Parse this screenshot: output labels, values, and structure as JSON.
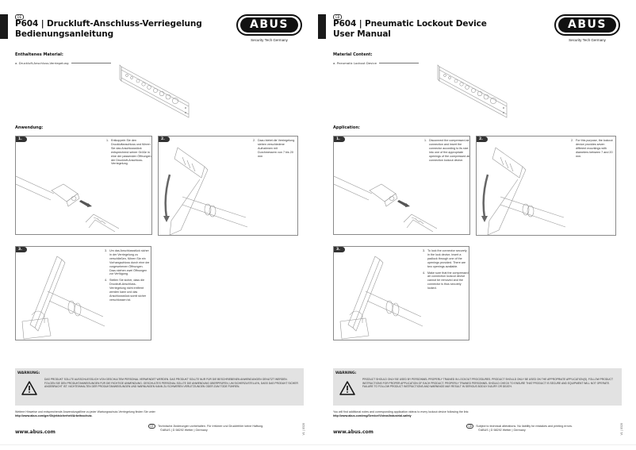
{
  "pages": {
    "left": {
      "lang_badge": "DE",
      "title_line1": "P604 | Druckluft-Anschluss-Verriegelung",
      "title_line2": "Bedienungsanleitung",
      "logo": {
        "brand": "ABUS",
        "tagline": "Security Tech Germany"
      },
      "material": {
        "heading": "Enthaltenes Material:",
        "items": [
          "a. Druckluft-Anschluss-Verriegelung"
        ]
      },
      "application": {
        "heading": "Anwendung:",
        "steps": [
          {
            "badge": "1.",
            "items": [
              {
                "num": "1.",
                "text": "Entkoppeln Sie den Druckluftanschluss und führen Sie das Anschlussstück entsprechend seiner Größe in eine der passenden Öffnungen der Druckluft-Anschluss-Verriegelung."
              }
            ]
          },
          {
            "badge": "2.",
            "items": [
              {
                "num": "2.",
                "text": "Dazu bietet die Verriegelung sieben verschiedene Aufnahmen mit Durchmessern von 7 bis 20 mm"
              }
            ]
          },
          {
            "badge": "3.",
            "items": [
              {
                "num": "3.",
                "text": "Um das Anschlussstück sicher in der Verriegelung zu verschließen, führen Sie ein Vorhangschloss durch eine der vorgesehenen Öffnungen. Dazu stehen zwei Öffnungen zur Verfügung."
              },
              {
                "num": "4.",
                "text": "Stellen Sie sicher, dass die Druckluft-Anschluss-Verriegelung nicht entfernt werden kann und das Anschlussstück somit sicher verschlossen ist."
              }
            ]
          }
        ]
      },
      "warning": {
        "title": "WARNUNG:",
        "text": "Das Produkt sollte ausschließlich von geschultem Personal verwendet werden. Das Produkt sollte nur für die beschriebenen Anwendungen genutzt werden. Folgen Sie den Produktanweisungen für die richtige Anwendung. Geschultes Personal sollte die Anwendung überprüfen, um sicherzustellen, dass das Produkt sicher angebracht ist. Nichteinhalten der Produktanweisungen und Warnungen kann zu schweren Verletzungen oder zum Tode führen."
      },
      "more_info": {
        "text": "Weitere Hinweise und entsprechende Anwendungsfilme zu jeder Wartungsschutz-Verriegelung finden Sie unter",
        "url": "http://www.abus.com/ger/Objektsicherheit/Arbeitsschutz."
      },
      "website": "www.abus.com",
      "disclaimer": {
        "badge": "DE",
        "text": "Technische Änderungen vorbehalten. Für Irrtümer und Druckfehler keine Haftung.",
        "address": "©ABUS | D 58292 Wetter | Germany"
      },
      "version": "V1 | 0320"
    },
    "right": {
      "lang_badge": "GB",
      "title_line1": "P604 | Pneumatic Lockout Device",
      "title_line2": "User Manual",
      "logo": {
        "brand": "ABUS",
        "tagline": "Security Tech Germany"
      },
      "material": {
        "heading": "Material Content:",
        "items": [
          "a. Pneumatic Lockout Device"
        ]
      },
      "application": {
        "heading": "Application:",
        "steps": [
          {
            "badge": "1.",
            "items": [
              {
                "num": "1.",
                "text": "Disconnect the compressed air connection and insert the connector according to its size into one of the appropriate openings of the compressed air connection lockout device."
              }
            ]
          },
          {
            "badge": "2.",
            "items": [
              {
                "num": "2.",
                "text": "For this purpose, the lockout device provides seven different mountings with diameters between 7 and 20 mm."
              }
            ]
          },
          {
            "badge": "3.",
            "items": [
              {
                "num": "3.",
                "text": "To lock the connector securely in the lock device, insert a padlock through one of the openings provided. There are two openings available."
              },
              {
                "num": "4.",
                "text": "Make sure that the compressed air connection lockout device cannot be removed and the connector is thus securely locked."
              }
            ]
          }
        ]
      },
      "warning": {
        "title": "WARNING:",
        "text": "Product should only be used by personnel properly trained in lockout procedures. Product should only be used on the appropriate application(s). Follow product instructions for proper application of each product. Properly trained personnel should check to ensure that product is secure and equipment will not operate. Failure to follow product instructions and warnings may result in serious bodily injury or death."
      },
      "more_info": {
        "text": "You will find additional notes and corresponding application videos to every lockout device following the link:",
        "url": "http://www.abus.com/eng/Service/Videos/Industrial-safety"
      },
      "website": "www.abus.com",
      "disclaimer": {
        "badge": "GB",
        "text": "Subject to technical alterations. No liability for mistakes and printing errors.",
        "address": "©ABUS | D 58292 Wetter | Germany"
      },
      "version": "V1 | 0320"
    }
  },
  "icons": {
    "warning": "warning-triangle-icon",
    "step_arrow": "arrow-right-icon",
    "rotate_arrow": "curved-arrow-down-icon"
  }
}
